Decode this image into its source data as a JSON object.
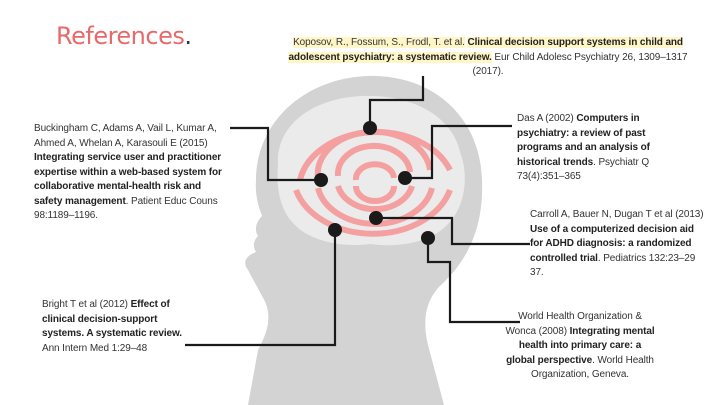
{
  "slide": {
    "title": "References",
    "title_dot": ".",
    "colors": {
      "title": "#e8696a",
      "head": "#d3d3d3",
      "brain": "#e8e8e8",
      "spiral": "#f4a0a0",
      "line": "#1a1a1a",
      "highlight": "#fff6c8"
    },
    "references": {
      "koposov": {
        "authors": "Koposov, R., Fossum, S., Frodl, T. et al.",
        "title": "Clinical decision support systems in child and adolescent psychiatry: a systematic review.",
        "source": "Eur Child Adolesc Psychiatry 26, 1309–1317 (2017)."
      },
      "buckingham": {
        "authors": "Buckingham C, Adams A, Vail L, Kumar A, Ahmed A, Whelan A, Karasouli E (2015)",
        "title": "Integrating service user and practitioner expertise within a web-based system for collaborative mental-health risk and safety management",
        "source": ". Patient Educ Couns 98:1189–1196."
      },
      "das": {
        "authors": "Das A (2002)",
        "title": "Computers in psychiatry: a review of past programs and an analysis of historical trends",
        "source": ". Psychiatr Q 73(4):351–365"
      },
      "carroll": {
        "authors": "Carroll A, Bauer N, Dugan T et al (2013)",
        "title": "Use of a computerized decision aid for ADHD diagnosis: a randomized controlled trial",
        "source": ". Pediatrics 132:23–29 37."
      },
      "bright": {
        "authors": "Bright T et al (2012)",
        "title": "Effect of clinical decision-support systems. A systematic review.",
        "source": "Ann Intern Med 1:29–48"
      },
      "who": {
        "authors": "World Health Organization & Wonca (2008)",
        "title": "Integrating mental health into primary care: a global perspective",
        "source": ". World Health Organization, Geneva."
      }
    }
  }
}
